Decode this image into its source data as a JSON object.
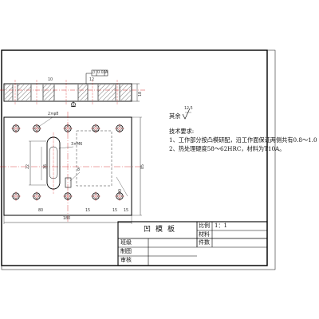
{
  "drawing": {
    "part_name": "凹模板",
    "roughness_label": "其余",
    "roughness_value": "12.5",
    "section_view": {
      "tolerance_frame": {
        "symbol": "//",
        "value": "0.02",
        "datum": "A"
      },
      "thickness": "18",
      "hole_dims": [
        "10",
        "12"
      ]
    },
    "plan_view": {
      "width_dim": "180",
      "height_dim": "85",
      "bottom_dims": [
        "80",
        "15",
        "15"
      ],
      "right_dim": "15",
      "pitch_dim": "90",
      "slot_note": "3×M6",
      "center_note": "2×φ8",
      "left_dim": "22",
      "inner_dim": "36",
      "small_dim": "8"
    },
    "notes": {
      "heading": "技术要求:",
      "items": [
        "1、工作部分按凸模研配，沿工作面保证两侧共有0.8～1.0",
        "2、热处理硬度58～62HRC，材料为T10A。"
      ]
    },
    "title_block": {
      "scale_label": "比例",
      "scale_value": "1：1",
      "material_label": "材料",
      "quantity_label": "件数",
      "row_labels": [
        "班级",
        "制图",
        "审核"
      ]
    }
  }
}
